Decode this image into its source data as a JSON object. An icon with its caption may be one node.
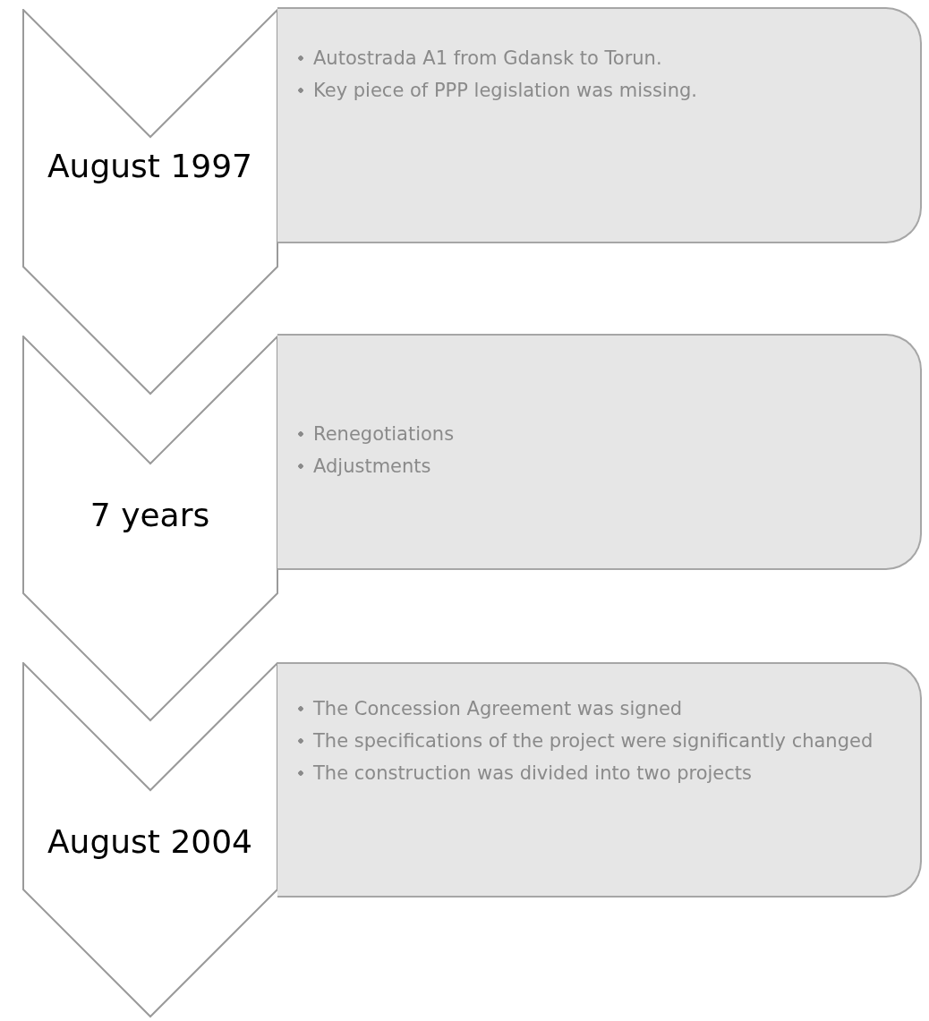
{
  "diagram": {
    "nodes": [
      {
        "text": [
          "August 1997"
        ]
      },
      {
        "text": [
          "Autostrada A1 from Gdansk to Torun.",
          "Key piece of PPP legislation was missing."
        ]
      },
      {
        "text": [
          "7 years"
        ]
      },
      {
        "text": [
          "Renegotiations",
          "Adjustments"
        ]
      },
      {
        "text": [
          "August 2004"
        ]
      },
      {
        "text": [
          "The Concession Agreement was signed",
          "The specifications of the project were significantly changed",
          "The construction was divided into two projects"
        ]
      }
    ]
  }
}
